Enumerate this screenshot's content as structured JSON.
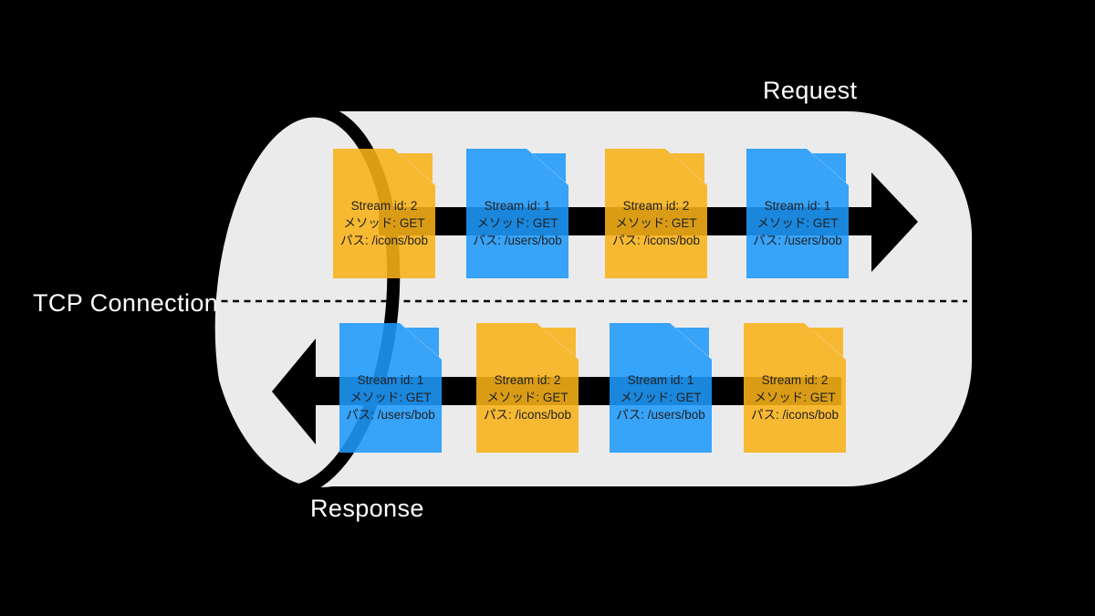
{
  "pipe": {
    "request_label": "Request",
    "response_label": "Response",
    "tcp_label": "TCP Connection"
  },
  "colors": {
    "background": "#000000",
    "pipe_fill": "#ebebeb",
    "ink": "#000000",
    "label_text": "#ffffff",
    "card_text": "#222222",
    "yellow": "#f8b218",
    "blue": "#1e98fa",
    "yellow_rgba": "rgba(248,178,24,0.88)",
    "blue_rgba": "rgba(30,152,250,0.88)"
  },
  "request_frames": [
    {
      "color": "yellow",
      "lines": [
        "Stream id: 2",
        "メソッド: GET",
        "パス: /icons/bob"
      ]
    },
    {
      "color": "blue",
      "lines": [
        "Stream id: 1",
        "メソッド: GET",
        "パス: /users/bob"
      ]
    },
    {
      "color": "yellow",
      "lines": [
        "Stream id: 2",
        "メソッド: GET",
        "パス: /icons/bob"
      ]
    },
    {
      "color": "blue",
      "lines": [
        "Stream id: 1",
        "メソッド: GET",
        "パス: /users/bob"
      ]
    }
  ],
  "response_frames": [
    {
      "color": "blue",
      "lines": [
        "Stream id: 1",
        "メソッド: GET",
        "パス: /users/bob"
      ]
    },
    {
      "color": "yellow",
      "lines": [
        "Stream id: 2",
        "メソッド: GET",
        "パス: /icons/bob"
      ]
    },
    {
      "color": "blue",
      "lines": [
        "Stream id: 1",
        "メソッド: GET",
        "パス: /users/bob"
      ]
    },
    {
      "color": "yellow",
      "lines": [
        "Stream id: 2",
        "メソッド: GET",
        "パス: /icons/bob"
      ]
    }
  ]
}
